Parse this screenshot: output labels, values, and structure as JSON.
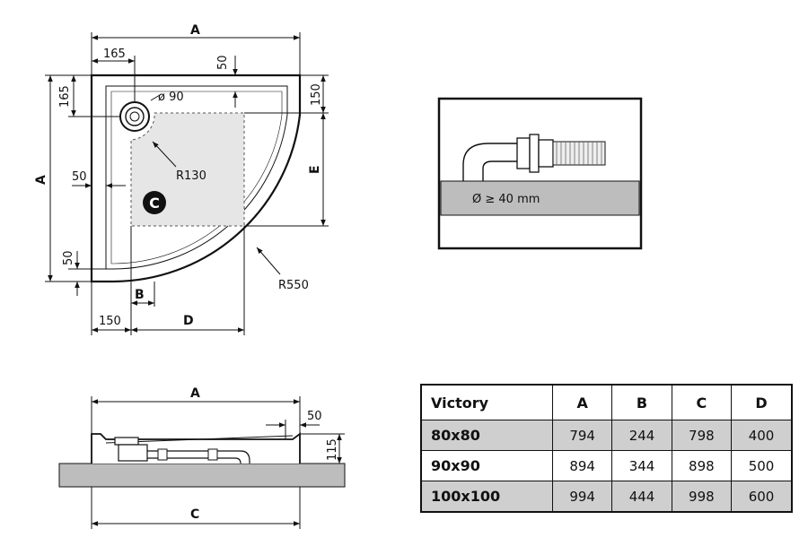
{
  "top_view": {
    "dim_A_top": "A",
    "dim_165_top": "165",
    "dim_50_top": "50",
    "dim_150_right": "150",
    "dim_165_left": "165",
    "dim_A_left": "A",
    "dim_50_left": "50",
    "dim_50_bottom_left": "50",
    "dim_E": "E",
    "dim_B": "B",
    "dim_150_bottom": "150",
    "dim_D": "D",
    "drain_diameter": "ø 90",
    "radius_inner": "R130",
    "radius_outer": "R550",
    "zone_label": "C"
  },
  "detail": {
    "pipe_label": "Ø ≥ 40 mm"
  },
  "side_view": {
    "dim_A": "A",
    "dim_50": "50",
    "dim_115": "115",
    "dim_C": "C"
  },
  "table": {
    "headers": [
      "Victory",
      "A",
      "B",
      "C",
      "D"
    ],
    "rows": [
      [
        "80x80",
        "794",
        "244",
        "798",
        "400"
      ],
      [
        "90x90",
        "894",
        "344",
        "898",
        "500"
      ],
      [
        "100x100",
        "994",
        "444",
        "998",
        "600"
      ]
    ]
  },
  "colors": {
    "line": "#111111",
    "shade": "#cfcfcf",
    "zone_fill": "#e6e6e6"
  }
}
